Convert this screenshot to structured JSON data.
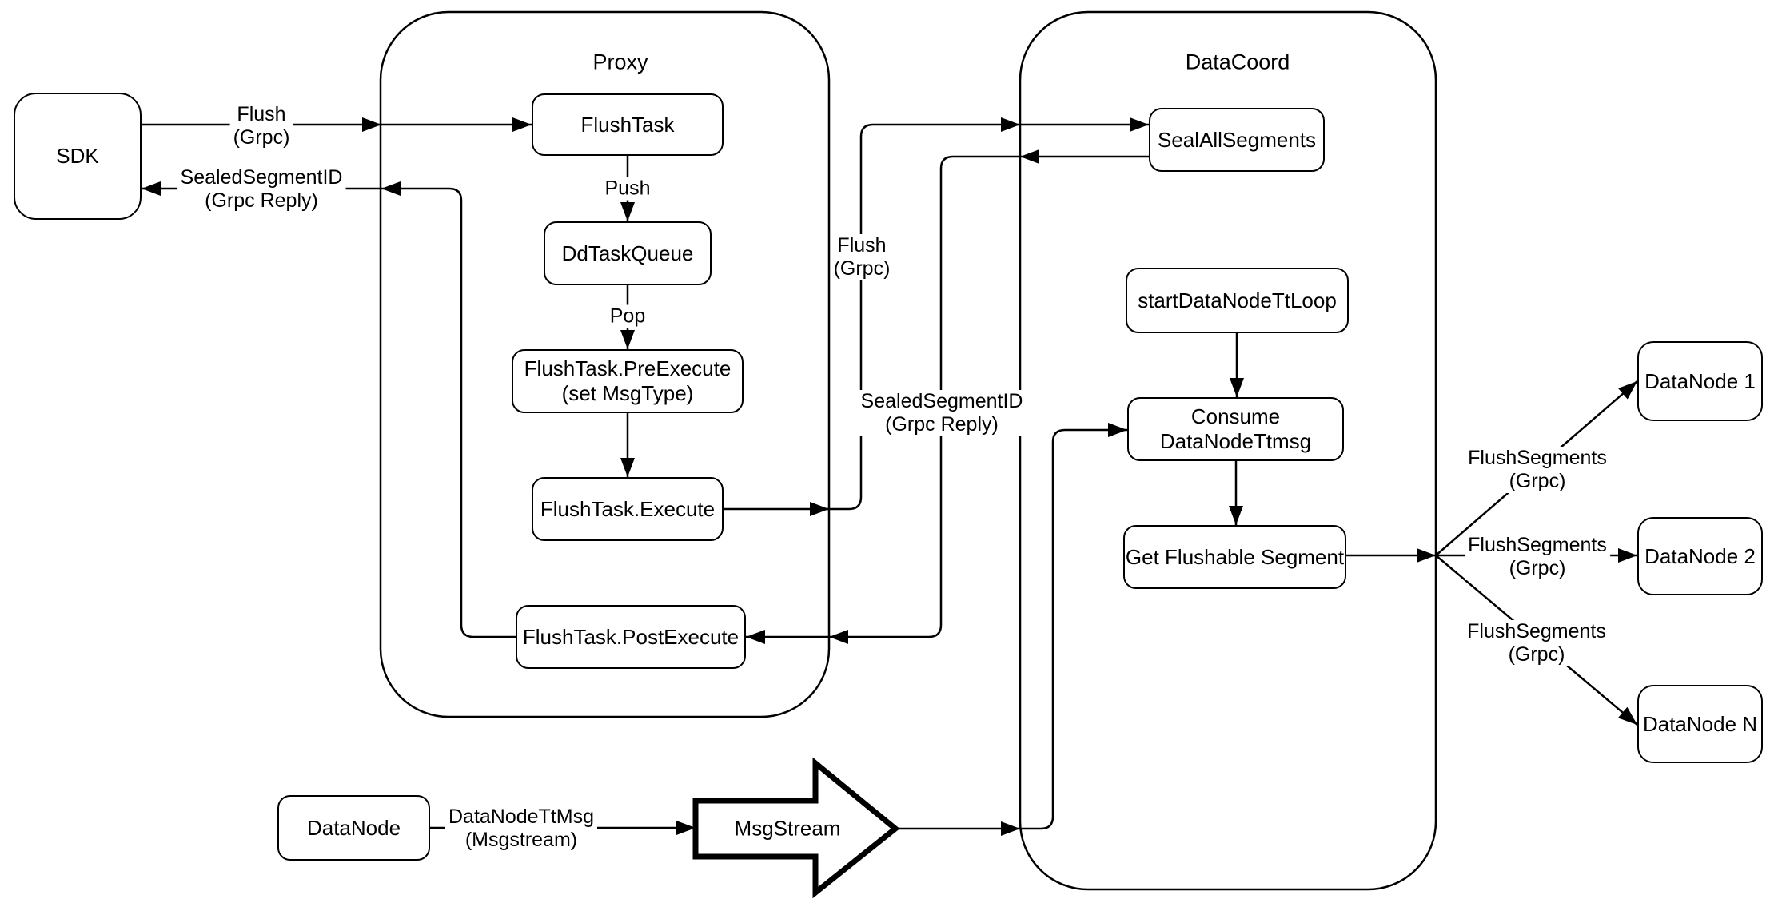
{
  "containers": {
    "proxy": {
      "label": "Proxy"
    },
    "data_coord": {
      "label": "DataCoord"
    }
  },
  "nodes": {
    "sdk": {
      "label": "SDK"
    },
    "flush_task": {
      "label": "FlushTask"
    },
    "dd_task_queue": {
      "label": "DdTaskQueue"
    },
    "flush_task_pre_execute": {
      "label": "FlushTask.PreExecute\n(set MsgType)"
    },
    "flush_task_execute": {
      "label": "FlushTask.Execute"
    },
    "flush_task_post_execute": {
      "label": "FlushTask.PostExecute"
    },
    "seal_all_segments": {
      "label": "SealAllSegments"
    },
    "start_data_node_tt_loop": {
      "label": "startDataNodeTtLoop"
    },
    "consume_data_node_ttmsg": {
      "label": "Consume DataNodeTtmsg"
    },
    "get_flushable_segment": {
      "label": "Get Flushable Segment"
    },
    "data_node_1": {
      "label": "DataNode 1"
    },
    "data_node_2": {
      "label": "DataNode 2"
    },
    "data_node_n": {
      "label": "DataNode N"
    },
    "data_node": {
      "label": "DataNode"
    },
    "msg_stream": {
      "label": "MsgStream"
    }
  },
  "edge_labels": {
    "flush_grpc_sdk": "Flush\n(Grpc)",
    "sealed_segment_id_sdk": "SealedSegmentID\n(Grpc Reply)",
    "push": "Push",
    "pop": "Pop",
    "flush_grpc_datacoord": "Flush\n(Grpc)",
    "sealed_segment_id_datacoord": "SealedSegmentID\n(Grpc Reply)",
    "flush_segments_1": "FlushSegments\n(Grpc)",
    "flush_segments_2": "FlushSegments\n(Grpc)",
    "flush_segments_3": "FlushSegments\n(Grpc)",
    "data_node_tt_msg": "DataNodeTtMsg\n(Msgstream)"
  },
  "colors": {
    "stroke": "#000000",
    "background": "#ffffff"
  }
}
